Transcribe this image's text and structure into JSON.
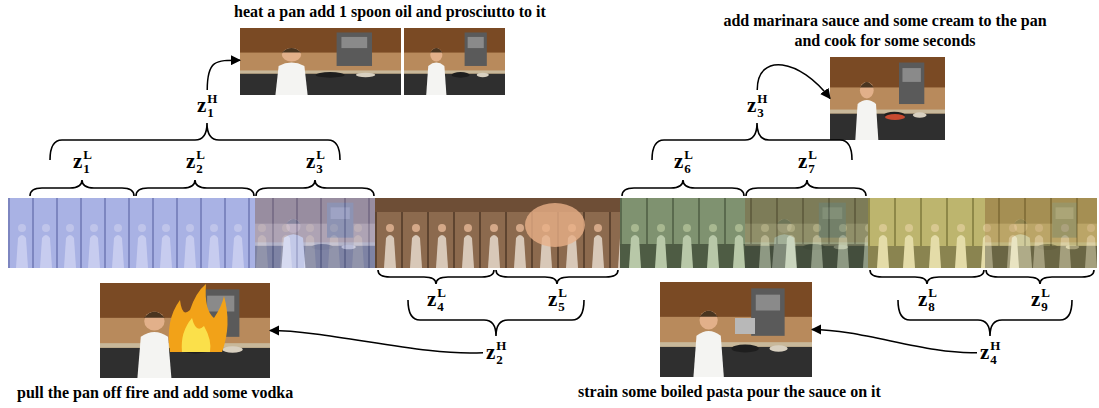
{
  "diagram": {
    "nodes": [
      {
        "text": [
          "heat a pan add 1 spoon oil and prosciutto to it"
        ]
      },
      {
        "text": [
          "add marinara sauce and some cream to the pan and cook for some seconds"
        ]
      },
      {
        "text": [
          "z",
          "H",
          "1"
        ]
      },
      {
        "text": [
          "z",
          "H",
          "3"
        ]
      },
      {
        "text": [
          "z",
          "L",
          "1"
        ]
      },
      {
        "text": [
          "z",
          "L",
          "2"
        ]
      },
      {
        "text": [
          "z",
          "L",
          "3"
        ]
      },
      {
        "text": [
          "z",
          "L",
          "6"
        ]
      },
      {
        "text": [
          "z",
          "L",
          "7"
        ]
      },
      {
        "text": [
          "z",
          "L",
          "4"
        ]
      },
      {
        "text": [
          "z",
          "L",
          "5"
        ]
      },
      {
        "text": [
          "z",
          "L",
          "8"
        ]
      },
      {
        "text": [
          "z",
          "L",
          "9"
        ]
      },
      {
        "text": [
          "z",
          "H",
          "2"
        ]
      },
      {
        "text": [
          "z",
          "H",
          "4"
        ]
      },
      {
        "text": [
          "pull the pan off fire and add some vodka"
        ]
      },
      {
        "text": [
          "strain some boiled pasta pour the sauce on it"
        ]
      }
    ],
    "edges": [
      {
        "from": 2,
        "to": 0,
        "arrow": "to"
      },
      {
        "from": 3,
        "to": 1,
        "arrow": "to"
      },
      {
        "from": 13,
        "to": 15,
        "arrow": "to"
      },
      {
        "from": 14,
        "to": 16,
        "arrow": "to"
      }
    ]
  }
}
